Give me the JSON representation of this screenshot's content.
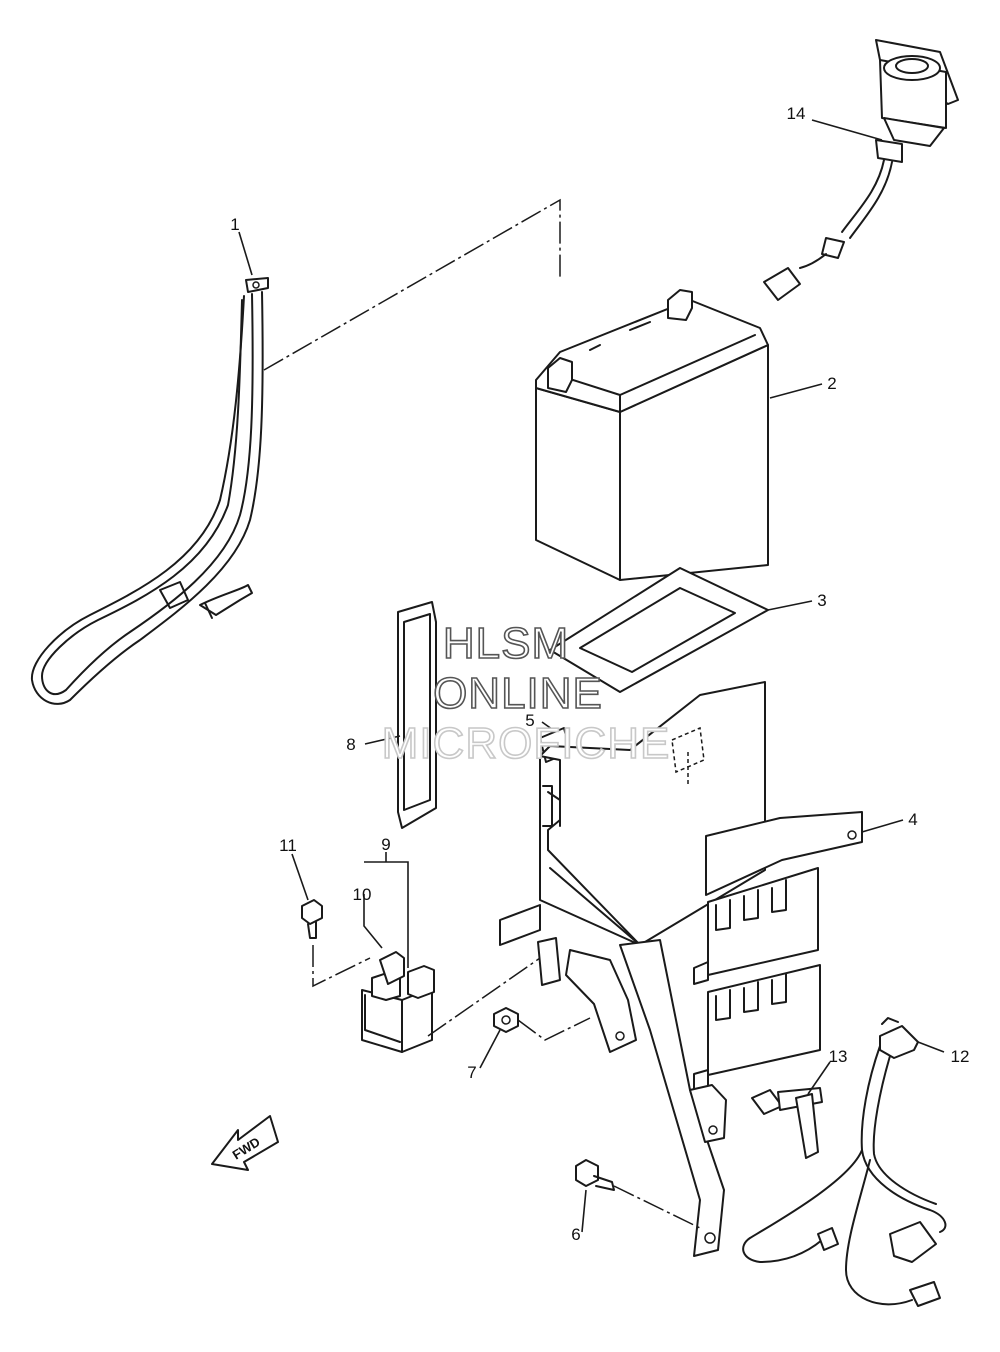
{
  "diagram": {
    "callouts": {
      "c1": "1",
      "c2": "2",
      "c3": "3",
      "c4": "4",
      "c5": "5",
      "c6": "6",
      "c7": "7",
      "c8": "8",
      "c9": "9",
      "c10": "10",
      "c11": "11",
      "c12": "12",
      "c13": "13",
      "c14": "14"
    },
    "watermark": {
      "line1": "HLSM",
      "line2": "ONLINE",
      "line3": "MICROFICHE"
    },
    "direction_label": "FWD"
  },
  "colors": {
    "line": "#1a1a1a",
    "watermark_outline": "#555555",
    "background": "#ffffff"
  }
}
